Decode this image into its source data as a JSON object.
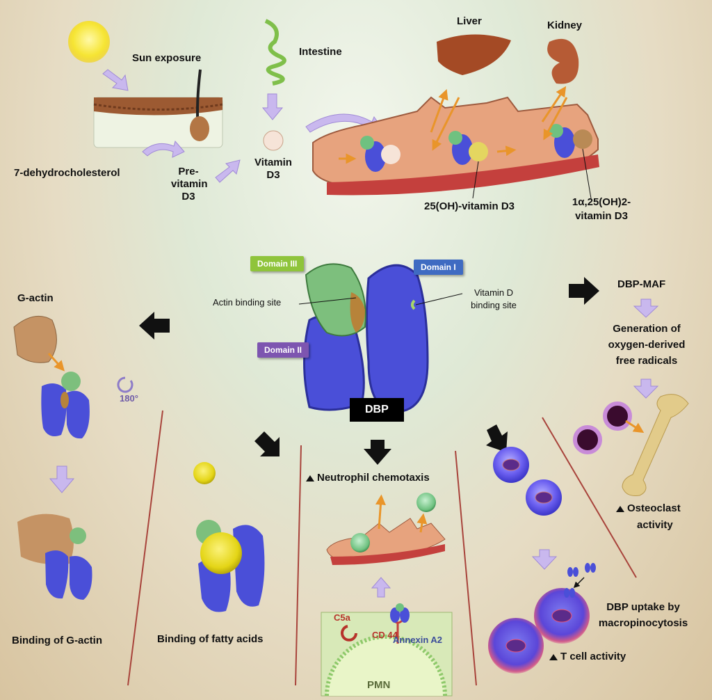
{
  "top": {
    "sun_exposure": "Sun exposure",
    "seven_dhc": "7-dehydrocholesterol",
    "pre_vitamin": "Pre-vitamin D3",
    "intestine": "Intestine",
    "vitamin_d3": "Vitamin D3",
    "liver": "Liver",
    "kidney": "Kidney",
    "oh_vitamin": "25(OH)-vitamin D3",
    "calcitriol_l1": "1α,25(OH)2-",
    "calcitriol_l2": "vitamin D3"
  },
  "dbp": {
    "domain1": "Domain I",
    "domain2": "Domain II",
    "domain3": "Domain III",
    "actin_site": "Actin binding site",
    "vitd_site_l1": "Vitamin D",
    "vitd_site_l2": "binding site",
    "label": "DBP"
  },
  "panels": {
    "g_actin": "G-actin",
    "rotation": "180°",
    "binding_gactin": "Binding of G-actin",
    "binding_fatty": "Binding of fatty acids",
    "neutrophil": "Neutrophil chemotaxis",
    "c5a": "C5a",
    "cd44": "CD 44",
    "annexin": "Annexin A2",
    "pmn": "PMN",
    "dbp_maf": "DBP-MAF",
    "gen_l1": "Generation of",
    "gen_l2": "oxygen-derived",
    "gen_l3": "free radicals",
    "osteo_l1": "Osteoclast",
    "osteo_l2": "activity",
    "uptake_l1": "DBP uptake by",
    "uptake_l2": "macropinocytosis",
    "tcell": "T cell activity"
  },
  "colors": {
    "domain1": "#3f6bc2",
    "domain2": "#7d55b0",
    "domain3": "#7fbf3a",
    "dbp_body": "#4a4fd8",
    "arrow_lavender": "#c9b8ee",
    "vessel": "#e7a37e"
  }
}
